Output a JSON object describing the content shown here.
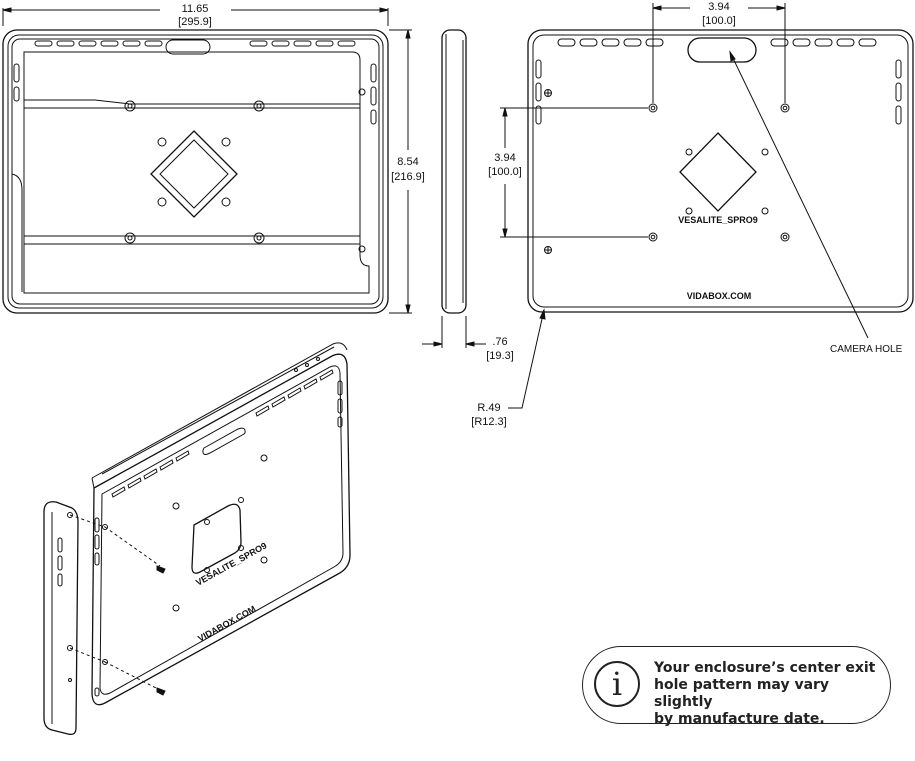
{
  "dimensions": {
    "width": "11.65",
    "width_metric": "[295.9]",
    "height": "8.54",
    "height_metric": "[216.9]",
    "depth": ".76",
    "depth_metric": "[19.3]",
    "hole_spacing_horizontal": "3.94",
    "hole_spacing_horizontal_metric": "[100.0]",
    "hole_spacing_vertical": "3.94",
    "hole_spacing_vertical_metric": "[100.0]",
    "corner_radius": "R.49",
    "corner_radius_metric": "[R12.3]"
  },
  "labels": {
    "camera_hole": "CAMERA HOLE",
    "plate_mark": "VESALITE_SPRO9",
    "brand_mark": "VIDABOX.COM"
  },
  "note": {
    "icon": "info-icon",
    "text": "Your enclosure’s center exit\nhole pattern may vary slightly\nby manufacture date."
  }
}
